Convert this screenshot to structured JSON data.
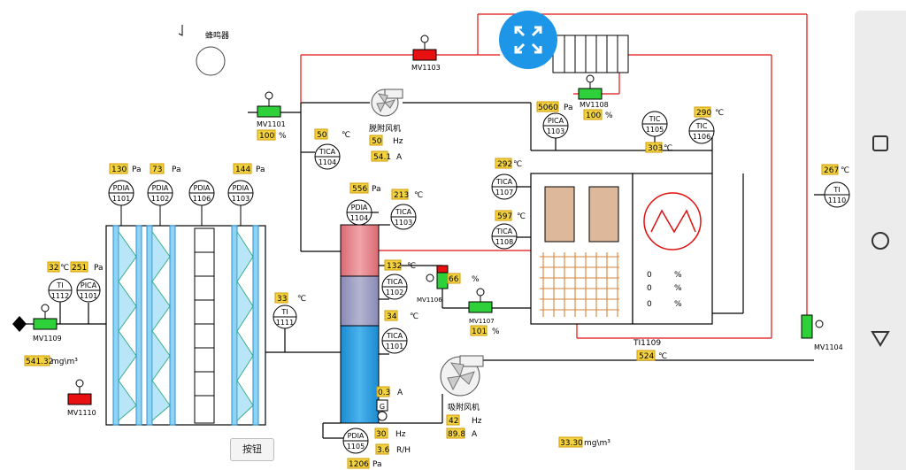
{
  "buzzer": {
    "label": "蜂鸣器"
  },
  "button": {
    "label": "按钮"
  },
  "valves": {
    "mv1101": {
      "tag": "MV1101",
      "pct": "100",
      "unit": "%"
    },
    "mv1103": {
      "tag": "MV1103"
    },
    "mv1104": {
      "tag": "MV1104"
    },
    "mv1106": {
      "tag": "MV1106",
      "pct": "66",
      "unit": "%"
    },
    "mv1107": {
      "tag": "MV1107",
      "pct": "101",
      "unit": "%"
    },
    "mv1108": {
      "tag": "MV1108",
      "pct": "100",
      "unit": "%"
    },
    "mv1109": {
      "tag": "MV1109"
    },
    "mv1110": {
      "tag": "MV1110"
    }
  },
  "fans": {
    "desorb": {
      "label": "脱附风机",
      "hz": "50",
      "amp": "54.1"
    },
    "adsorb": {
      "label": "吸附风机",
      "hz": "42",
      "amp": "89.8"
    }
  },
  "units": {
    "pa": "Pa",
    "degc": "℃",
    "hz": "Hz",
    "a": "A",
    "pct": "%",
    "rh": "R/H",
    "mg": "mg\\m³"
  },
  "pdia1101": {
    "l1": "PDIA",
    "l2": "1101",
    "value": "130"
  },
  "pdia1102": {
    "l1": "PDIA",
    "l2": "1102",
    "value": "73"
  },
  "pdia1106": {
    "l1": "PDIA",
    "l2": "1106"
  },
  "pdia1103": {
    "l1": "PDIA",
    "l2": "1103",
    "value": "144"
  },
  "ti1112": {
    "l1": "TI",
    "l2": "1112",
    "value": "32"
  },
  "pica1101": {
    "l1": "PICA",
    "l2": "1101",
    "value": "251"
  },
  "ti1111": {
    "l1": "TI",
    "l2": "1111",
    "value": "33"
  },
  "tica1104": {
    "l1": "TICA",
    "l2": "1104",
    "value": "50"
  },
  "pdia1104": {
    "l1": "PDIA",
    "l2": "1104",
    "value": "556"
  },
  "tica1103": {
    "l1": "TICA",
    "l2": "1103",
    "value": "213"
  },
  "tica1102": {
    "l1": "TICA",
    "l2": "1102",
    "value_top": "132",
    "value_bot": "34"
  },
  "tica1101": {
    "l1": "TICA",
    "l2": "1101"
  },
  "pdia1105": {
    "l1": "PDIA",
    "l2": "1105",
    "value": "1206"
  },
  "pica1103": {
    "l1": "PICA",
    "l2": "1103",
    "value": "5060"
  },
  "tic1105": {
    "l1": "TIC",
    "l2": "1105",
    "value": "303"
  },
  "tic1106": {
    "l1": "TIC",
    "l2": "1106",
    "value": "290"
  },
  "tica1107": {
    "l1": "TICA",
    "l2": "1107",
    "value": "292"
  },
  "tica1108": {
    "l1": "TICA",
    "l2": "1108",
    "value": "597"
  },
  "ti1110": {
    "l1": "TI",
    "l2": "1110",
    "value": "267"
  },
  "ti1109": {
    "tag": "TI1109",
    "value": "524"
  },
  "reactor": {
    "p1": "0",
    "p2": "0",
    "p3": "0"
  },
  "pump": {
    "amp": "0.3",
    "hz": "30",
    "rh": "3.6"
  },
  "gen": {
    "label": "G"
  },
  "inlet_conc": {
    "value": "541.32"
  },
  "outlet_conc": {
    "value": "33.30"
  }
}
